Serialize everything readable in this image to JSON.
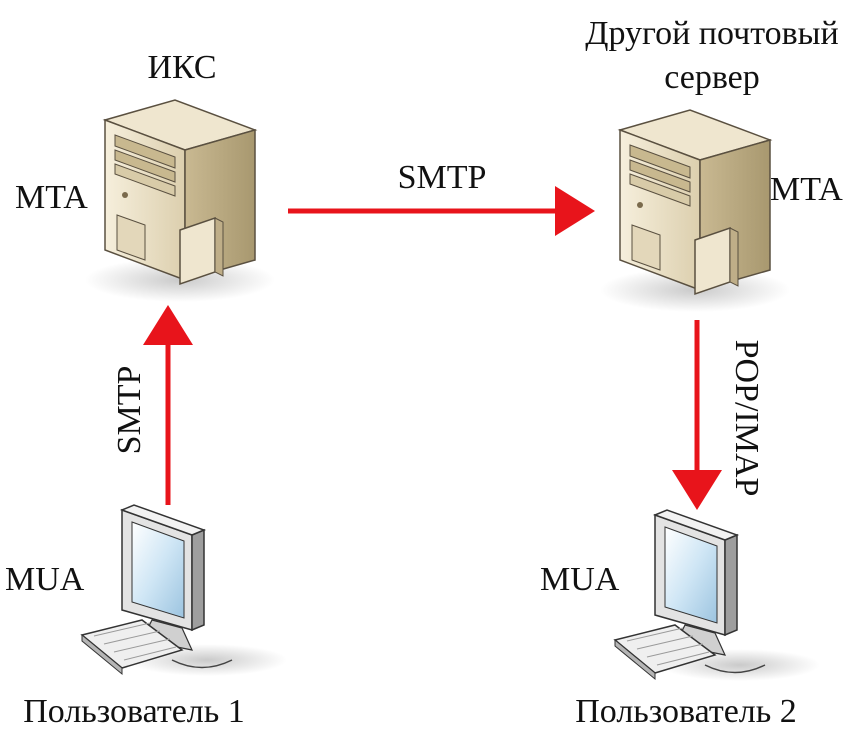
{
  "labels": {
    "iks": "ИКС",
    "other_server_line1": "Другой почтовый",
    "other_server_line2": "сервер",
    "mta_left": "MTA",
    "mta_right": "MTA",
    "smtp_horizontal": "SMTP",
    "smtp_vertical": "SMTP",
    "pop_imap": "POP/IMAP",
    "mua_left": "MUA",
    "mua_right": "MUA",
    "user1": "Пользователь 1",
    "user2": "Пользователь 2"
  },
  "colors": {
    "arrow": "#e8141b",
    "server_body": "#e8dcc0",
    "server_dark": "#b9a985",
    "monitor_frame": "#d9d9d9",
    "screen": "#cfe6f5"
  },
  "icons": {
    "server": "server-tower-icon",
    "workstation": "desktop-computer-icon"
  }
}
